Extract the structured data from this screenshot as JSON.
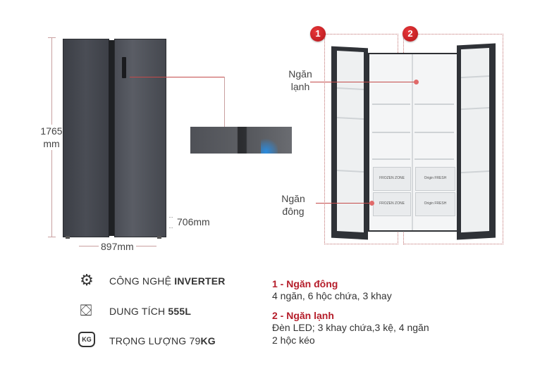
{
  "dimensions": {
    "height_value": "1765",
    "height_unit": "mm",
    "width": "897mm",
    "depth": "706mm"
  },
  "callouts": {
    "badge_1": "1",
    "badge_2": "2",
    "fridge_label_line1": "Ngăn",
    "fridge_label_line2": "lạnh",
    "freezer_label_line1": "Ngăn",
    "freezer_label_line2": "đông",
    "bin_left": "FROZEN ZONE",
    "bin_right": "Origin FRESH"
  },
  "features": [
    {
      "icon": "circuit-icon",
      "label": "CÔNG NGHỆ ",
      "value": "INVERTER"
    },
    {
      "icon": "container-icon",
      "label": "DUNG TÍCH ",
      "value": "555L"
    },
    {
      "icon": "weight-icon",
      "icon_text": "KG",
      "label": "TRỌNG LƯỢNG 79",
      "value": "KG"
    }
  ],
  "specs": [
    {
      "title": "1 - Ngăn đông",
      "lines": [
        "4 ngăn, 6 hộc chứa, 3 khay"
      ]
    },
    {
      "title": "2 - Ngăn lạnh",
      "lines": [
        "Đèn LED; 3 khay chứa,3 kệ, 4 ngăn",
        "2 hộc kéo"
      ]
    }
  ],
  "colors": {
    "accent_red": "#b51d2a",
    "badge_red": "#d42328",
    "fridge_body": "#4a4d55"
  }
}
